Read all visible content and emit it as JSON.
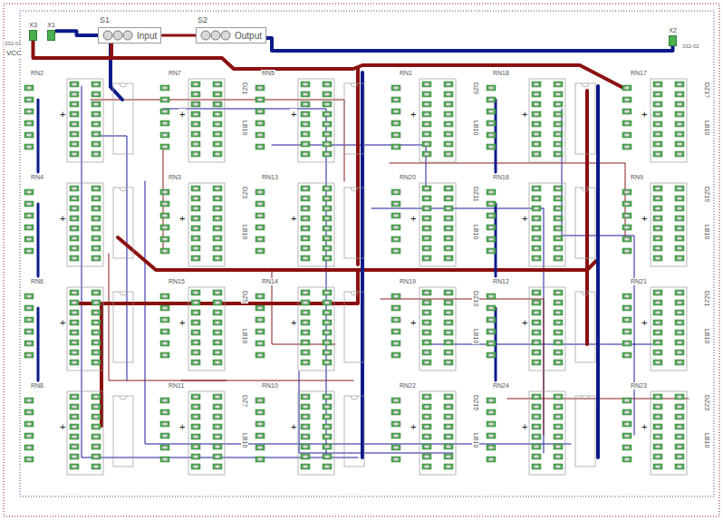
{
  "diagram": {
    "nodes": [
      {
        "text": [
          "X3"
        ]
      },
      {
        "text": [
          "X1"
        ]
      },
      {
        "text": [
          "S1",
          "Input"
        ]
      },
      {
        "text": [
          "S2",
          "Output"
        ]
      },
      {
        "text": [
          "X2"
        ]
      }
    ],
    "edges": [
      {
        "from": 1,
        "to": 2,
        "arrow": "none"
      },
      {
        "from": 0,
        "to": 2,
        "arrow": "none"
      },
      {
        "from": 2,
        "to": 3,
        "arrow": "none"
      },
      {
        "from": 3,
        "to": 4,
        "arrow": "none"
      }
    ],
    "labels": [
      "VCC",
      "332-01",
      "332-02",
      "RN2",
      "+",
      "RN7",
      "+",
      "RN5",
      "+",
      "RN1",
      "+",
      "RN18",
      "+",
      "RN17",
      "+",
      "RN4",
      "+",
      "RN3",
      "+",
      "RN13",
      "+",
      "RN20",
      "+",
      "RN16",
      "+",
      "RN9",
      "+",
      "RN6",
      "+",
      "RN15",
      "+",
      "RN14",
      "+",
      "RN19",
      "+",
      "RN12",
      "+",
      "RN21",
      "+",
      "RN8",
      "+",
      "RN11",
      "+",
      "RN10",
      "+",
      "RN22",
      "+",
      "RN24",
      "+",
      "RN23",
      "+",
      "DZ1",
      "LB10",
      "DZ9",
      "LB10",
      "DZ17",
      "LB10",
      "DZ3",
      "LB10",
      "DZ11",
      "LB10",
      "DZ19",
      "LB10",
      "DZ5",
      "LB10",
      "DZ13",
      "LB10",
      "DZ21",
      "LB10",
      "DZ7",
      "LB10",
      "DZ15",
      "LB10",
      "DZ23",
      "LB10"
    ]
  }
}
